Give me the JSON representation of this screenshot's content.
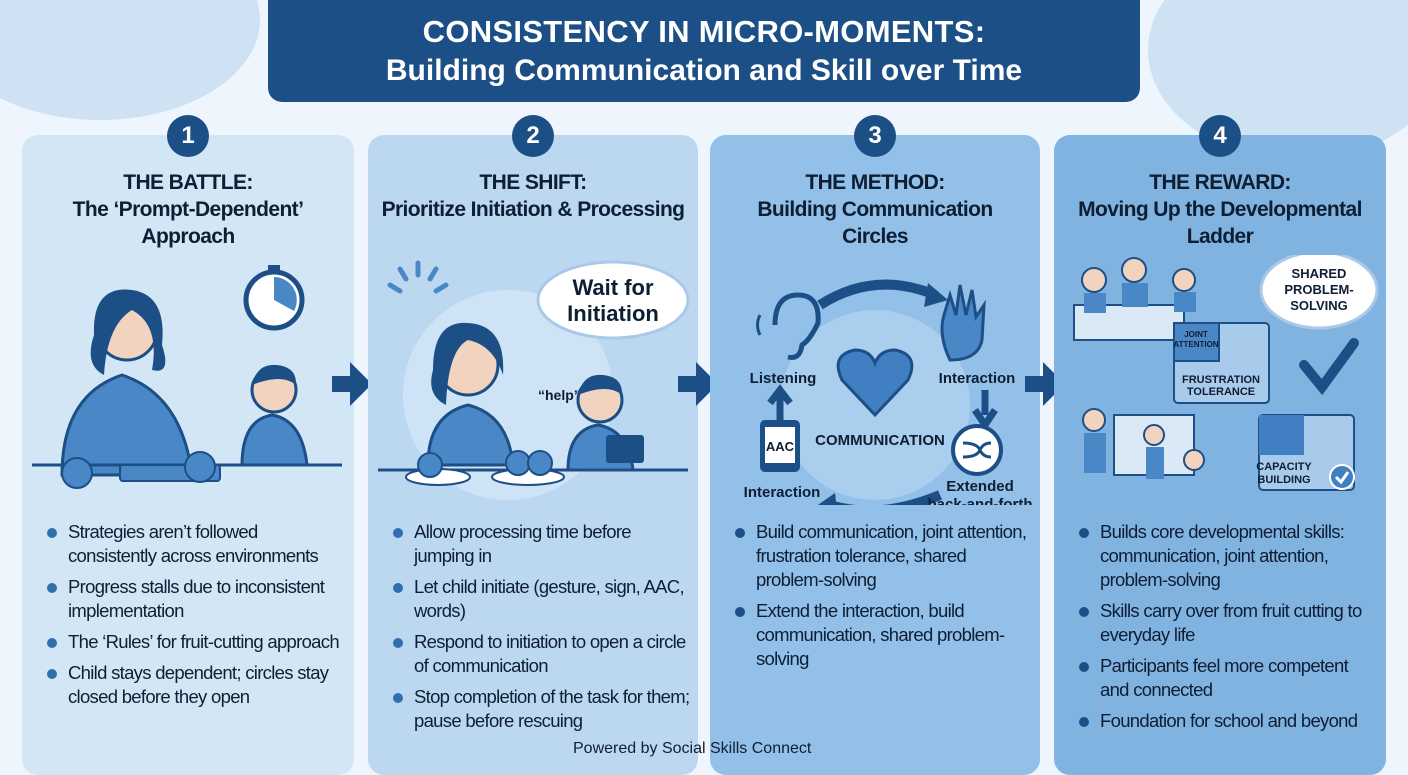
{
  "header": {
    "title": "CONSISTENCY IN MICRO-MOMENTS:",
    "subtitle": "Building Communication and Skill over Time"
  },
  "panels": [
    {
      "number": "1",
      "heading": [
        "THE BATTLE:",
        "The ‘Prompt-Dependent’",
        "Approach"
      ],
      "bullets": [
        "Strategies aren’t followed consistently across environments",
        "Progress stalls due to inconsistent implementation",
        "The ‘Rules’ for fruit-cutting approach",
        "Child stays dependent; circles stay closed before they open"
      ]
    },
    {
      "number": "2",
      "heading": [
        "THE SHIFT:",
        "Prioritize Initiation & Processing"
      ],
      "bubble": [
        "Wait for",
        "Initiation"
      ],
      "speech": "“help”",
      "bullets": [
        "Allow processing time before jumping in",
        "Let child initiate (gesture, sign, AAC, words)",
        "Respond to initiation to open a circle of communication",
        "Stop completion of the task for them; pause before rescuing"
      ]
    },
    {
      "number": "3",
      "heading": [
        "THE METHOD:",
        "Building Communication",
        "Circles"
      ],
      "diagram": {
        "center": "COMMUNICATION",
        "listening": "Listening",
        "interaction_top": "Interaction",
        "aac": "AAC",
        "interaction_bottom": "Interaction",
        "extended": [
          "Extended",
          "back-and-forth"
        ]
      },
      "bullets": [
        "Build communication, joint attention, frustration tolerance, shared problem-solving",
        "Extend the interaction, build communication, shared problem-solving"
      ]
    },
    {
      "number": "4",
      "heading": [
        "THE REWARD:",
        "Moving Up the Developmental",
        "Ladder"
      ],
      "cloud": [
        "SHARED",
        "PROBLEM-",
        "SOLVING"
      ],
      "puzzle": [
        "JOINT",
        "ATTENTION",
        "FRUSTRATION",
        "TOLERANCE"
      ],
      "capacity": [
        "CAPACITY",
        "BUILDING"
      ],
      "bullets": [
        "Builds core developmental skills: communication, joint attention, problem-solving",
        "Skills carry over from fruit cutting to everyday life",
        "Participants feel more competent and connected",
        "Foundation for school and beyond"
      ]
    }
  ],
  "footer": {
    "powered": "Powered by Social Skills Connect"
  },
  "colors": {
    "navy": "#1d4f87",
    "panel1": "#d3e6f6",
    "panel2": "#bcd8f1",
    "panel3": "#93c0e8",
    "panel4": "#81b3e1"
  }
}
